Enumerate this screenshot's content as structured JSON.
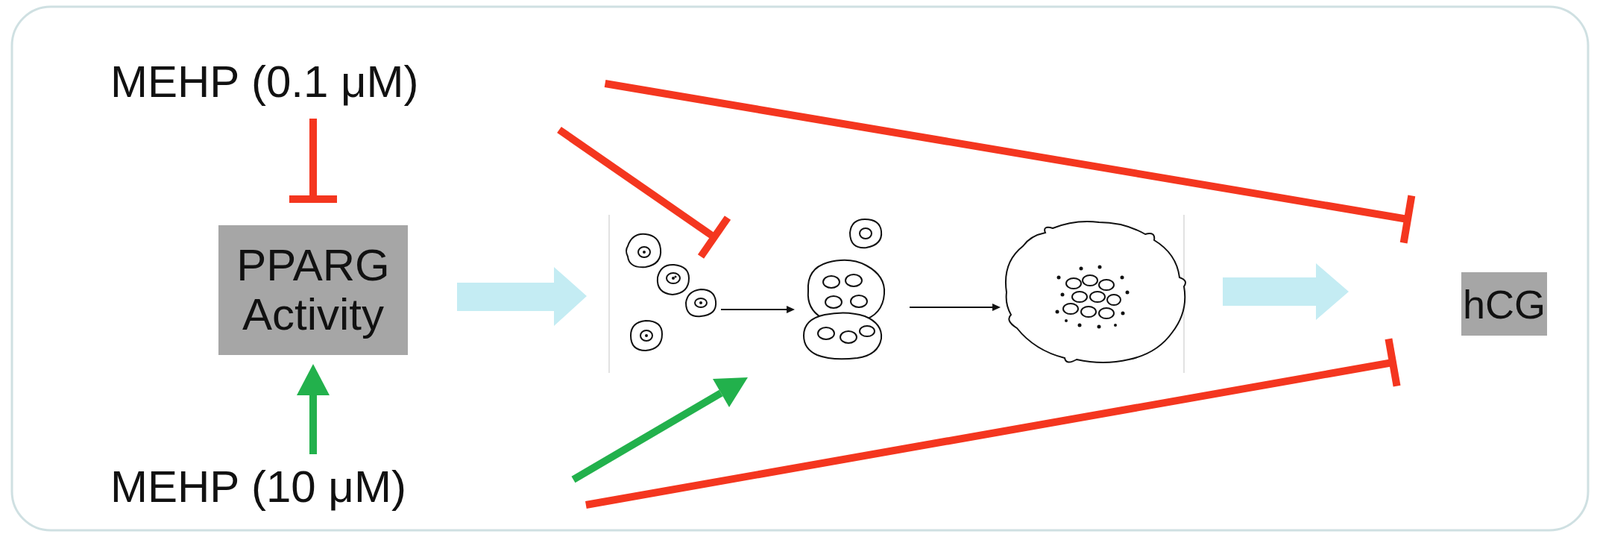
{
  "diagram": {
    "nodes": [
      {
        "text": [
          "MEHP (0.1 μM)"
        ]
      },
      {
        "text": [
          "PPARG Activity"
        ]
      },
      {
        "text": [
          "hCG"
        ]
      },
      {
        "text": [
          "MEHP (10 μM)"
        ]
      }
    ],
    "edges": [
      {
        "from": 0,
        "to": 1,
        "arrow": "to"
      },
      {
        "from": 0,
        "to": 2,
        "arrow": "to"
      },
      {
        "from": 3,
        "to": 1,
        "arrow": "to"
      },
      {
        "from": 3,
        "to": 2,
        "arrow": "to"
      }
    ]
  }
}
